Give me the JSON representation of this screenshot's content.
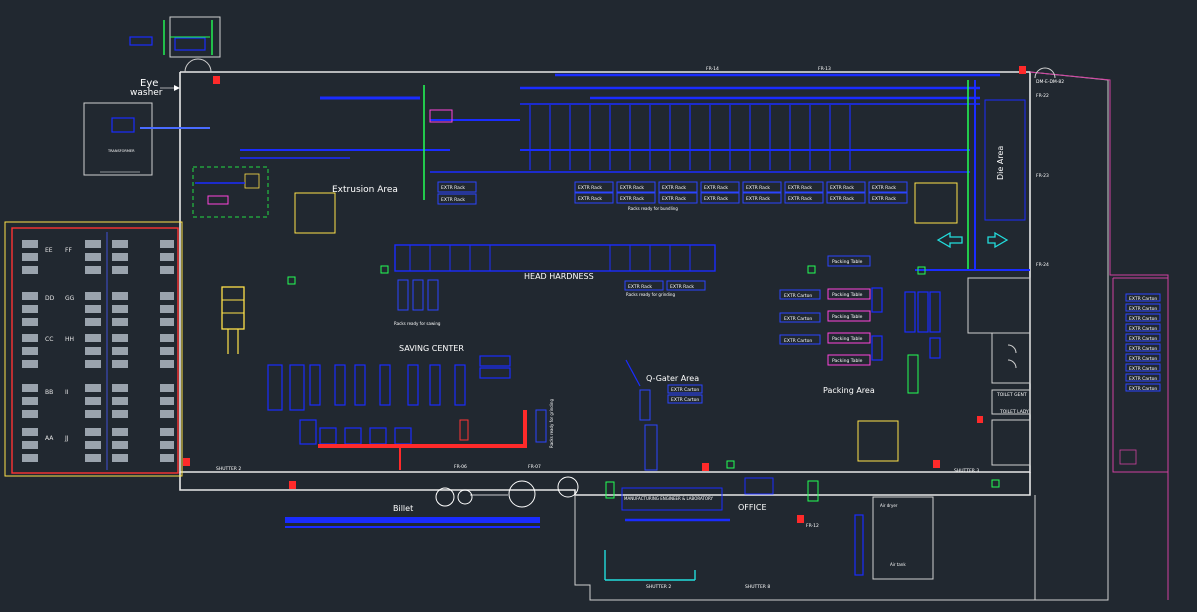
{
  "labels": {
    "eye_washer_1": "Eye",
    "eye_washer_2": "washer",
    "extrusion_area": "Extrusion Area",
    "head_hardness": "HEAD HARDNESS",
    "saving_center": "SAVING CENTER",
    "q_gater_area": "Q-Gater Area",
    "packing_area": "Packing Area",
    "office": "OFFICE",
    "billet": "Billet",
    "die_area": "Die Area",
    "transformer": "TRANSFORMER",
    "toilet_gent": "TOILET GENT",
    "toilet_lady": "TOILET LADY",
    "manufacturing": "MANUFACTURING ENGINEER & LABORATORY",
    "packing_table": "Packing Table",
    "fr_14": "FR-14",
    "fr_13": "FR-13",
    "fr_06": "FR-06",
    "fr_07": "FR-07",
    "fr_12": "FR-12",
    "fr_22": "FR-22",
    "fr_23": "FR-23",
    "fr_24": "FR-24",
    "shutter_2a": "SHUTTER 2",
    "shutter_3": "SHUTTER 3",
    "shutter_2b": "SHUTTER 2",
    "shutter_8": "SHUTTER 8",
    "grid_ee": "EE",
    "grid_ff": "FF",
    "grid_dd": "DD",
    "grid_gg": "GG",
    "grid_cc": "CC",
    "grid_hh": "HH",
    "grid_bb": "BB",
    "grid_ii": "II",
    "grid_aa": "AA",
    "grid_jj": "JJ",
    "ext_rack": "EXTR Rack",
    "ext_carton": "EXTR Carton",
    "racks_ready_bundling": "Racks ready for bundling",
    "racks_ready_grinding": "Racks ready for grinding",
    "racks_ready_sawing": "Racks ready for sawing",
    "dm_e_dm_82": "DM-E-DM-82",
    "air_dryer": "Air dryer",
    "air_tank": "Air tank"
  }
}
